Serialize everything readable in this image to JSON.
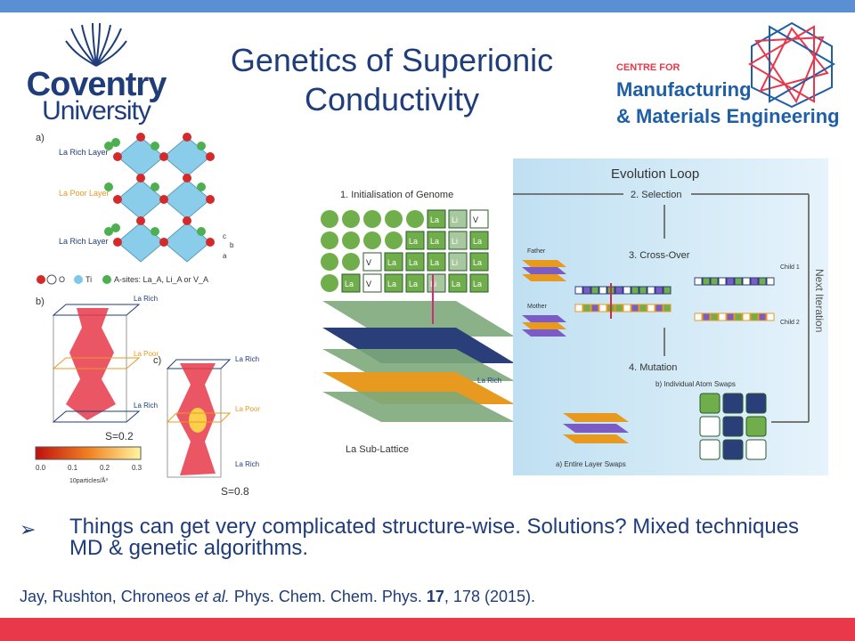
{
  "slide": {
    "title_line1": "Genetics of Superionic",
    "title_line2": "Conductivity",
    "bullet_symbol": "➢",
    "bullet_text": "Things can get very complicated structure-wise. Solutions? Mixed techniques MD & genetic algorithms.",
    "citation": {
      "authors": "Jay, Rushton, Chroneos ",
      "etal": "et al.",
      "journal": " Phys. Chem. Chem. Phys. ",
      "volume": "17",
      "pages": ", 178 (2015)."
    },
    "colors": {
      "title": "#1f3d7a",
      "top_bar": "#5b8fd4",
      "bottom_bar": "#e8384a"
    }
  },
  "logos": {
    "coventry": {
      "line1": "Coventry",
      "line2": "University"
    },
    "cme": {
      "line1": "CENTRE FOR",
      "line2": "Manufacturing",
      "line3": "& Materials Engineering"
    }
  },
  "figure_left": {
    "panel_a": "a)",
    "panel_b": "b)",
    "panel_c": "c)",
    "la_rich_layer": "La Rich Layer",
    "la_poor_layer": "La Poor Layer",
    "legend_o": "O",
    "legend_ti": "Ti",
    "legend_a": "A-sites: La_A, Li_A or V_A",
    "la_rich": "La Rich",
    "la_poor": "La Poor",
    "s_b": "S=0.2",
    "s_c": "S=0.8",
    "colorbar_ticks": [
      "0.0",
      "0.1",
      "0.2",
      "0.3"
    ],
    "colorbar_unit": "10particles/Å³",
    "axis_a": "a",
    "axis_b": "b",
    "axis_c": "c"
  },
  "figure_mid": {
    "step1": "1. Initialisation of Genome",
    "la": "La",
    "li": "Li",
    "v": "V",
    "la_rich": "La Rich",
    "la_poor": "La Poor",
    "sublattice": "La Sub-Lattice"
  },
  "figure_loop": {
    "title": "Evolution Loop",
    "step2": "2. Selection",
    "step3": "3. Cross-Over",
    "step4": "4. Mutation",
    "father": "Father",
    "mother": "Mother",
    "child1": "Child 1",
    "child2": "Child 2",
    "next_iteration": "Next Iteration",
    "swap_b": "b) Individual Atom Swaps",
    "swap_a": "a) Entire Layer Swaps"
  }
}
